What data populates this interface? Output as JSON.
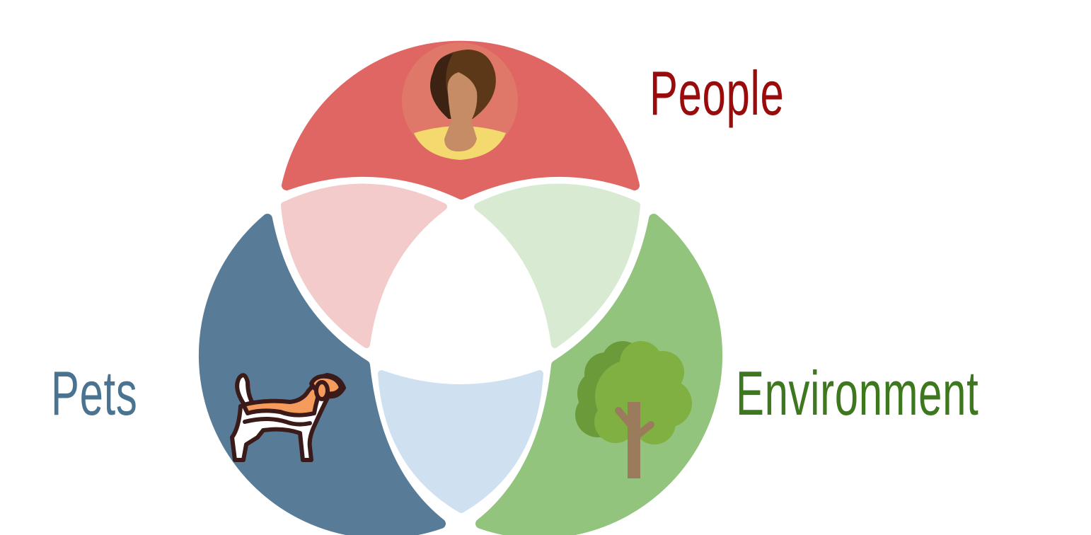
{
  "diagram": {
    "type": "three-part circular diagram",
    "segments": [
      {
        "id": "people",
        "label": "People",
        "icon": "person-icon",
        "color": "#e06663",
        "text_color": "#9a0c0c"
      },
      {
        "id": "pets",
        "label": "Pets",
        "icon": "dog-icon",
        "color": "#587c97",
        "text_color": "#4a7291"
      },
      {
        "id": "environment",
        "label": "Environment",
        "icon": "tree-icon",
        "color": "#93c47d",
        "text_color": "#3d781f"
      }
    ],
    "overlap_colors": {
      "people_pets": "#f3cbcb",
      "people_environment": "#d8ead2",
      "pets_environment": "#cfe1f1"
    }
  }
}
